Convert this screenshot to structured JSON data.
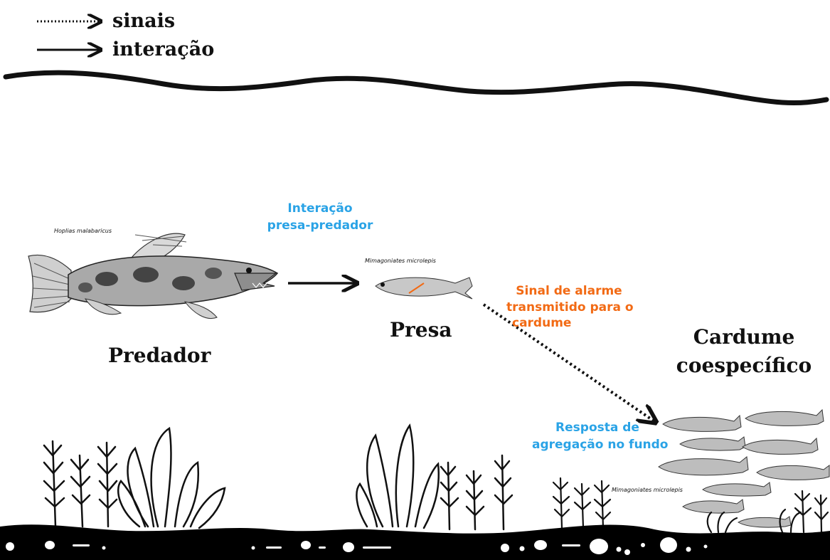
{
  "legend": {
    "signals": "sinais",
    "interaction": "interação"
  },
  "labels": {
    "predator": "Predador",
    "prey": "Presa",
    "shoal_line1": "Cardume",
    "shoal_line2": "coespecífico"
  },
  "species": {
    "predator": "Hoplias malabaricus",
    "prey": "Mimagoniates microlepis",
    "shoal": "Mimagoniates microlepis"
  },
  "annotations": {
    "interaction_line1": "Interação",
    "interaction_line2": "presa-predador",
    "alarm_line1": "Sinal de alarme",
    "alarm_line2": "transmitido para o",
    "alarm_line3": "cardume",
    "response_line1": "Resposta de",
    "response_line2": "agregação no fundo"
  },
  "colors": {
    "interaction_text": "#2aa3e6",
    "alarm_text": "#f26a14",
    "ink": "#111111"
  }
}
